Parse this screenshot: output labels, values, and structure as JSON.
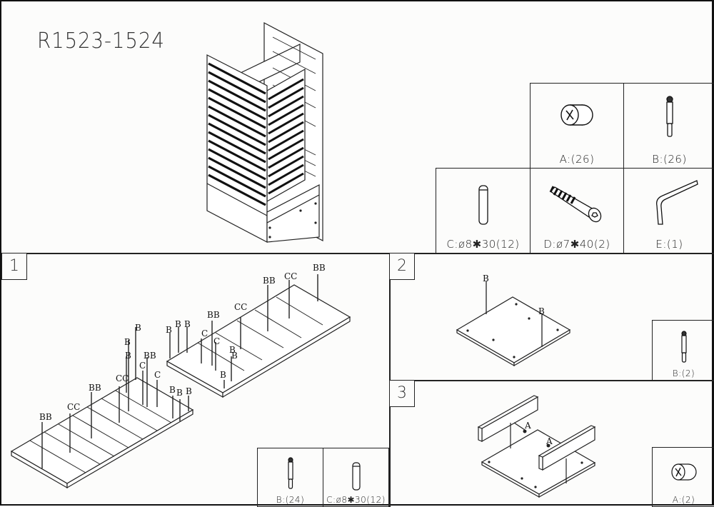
{
  "document": {
    "model_title": "R1523-1524"
  },
  "parts_list": [
    {
      "id": "A",
      "label": "A:(26)",
      "icon": "cam-lock-icon"
    },
    {
      "id": "B",
      "label": "B:(26)",
      "icon": "cam-bolt-icon"
    },
    {
      "id": "C",
      "label": "C:ø8✱30(12)",
      "icon": "wooden-dowel-icon"
    },
    {
      "id": "D",
      "label": "D:ø7✱40(2)",
      "icon": "connector-screw-icon"
    },
    {
      "id": "E",
      "label": "E:(1)",
      "icon": "allen-key-icon"
    }
  ],
  "steps": [
    {
      "number": "1",
      "callout_labels": [
        "BB",
        "CC",
        "BB",
        "CC",
        "B",
        "B",
        "B",
        "BB",
        "C",
        "C",
        "B",
        "B",
        "B",
        "B",
        "B",
        "B",
        "C",
        "BB",
        "C",
        "CC",
        "B",
        "B",
        "B",
        "BB",
        "CC",
        "BB"
      ],
      "parts": [
        {
          "label": "B:(24)",
          "icon": "cam-bolt-icon"
        },
        {
          "label": "C:ø8✱30(12)",
          "icon": "wooden-dowel-icon"
        }
      ]
    },
    {
      "number": "2",
      "callout_labels": [
        "B",
        "B"
      ],
      "parts": [
        {
          "label": "B:(2)",
          "icon": "cam-bolt-icon"
        }
      ]
    },
    {
      "number": "3",
      "callout_labels": [
        "A",
        "A"
      ],
      "parts": [
        {
          "label": "A:(2)",
          "icon": "cam-lock-icon"
        }
      ]
    }
  ]
}
